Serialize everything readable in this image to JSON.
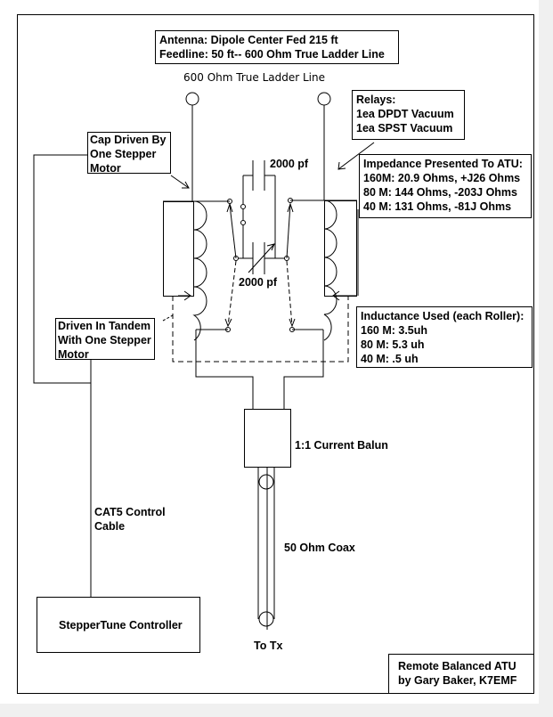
{
  "title_box": {
    "line1": "Antenna:  Dipole Center Fed 215 ft",
    "line2": "Feedline:  50 ft-- 600 Ohm True Ladder Line"
  },
  "ladder_line_label": "600 Ohm True Ladder Line",
  "relays_box": {
    "heading": "Relays:",
    "items": [
      "1ea DPDT Vacuum",
      "1ea  SPST Vacuum"
    ]
  },
  "cap_motor_box": {
    "lines": [
      "Cap Driven By",
      "One Stepper",
      "Motor"
    ]
  },
  "impedance_box": {
    "heading": "Impedance Presented To ATU:",
    "rows": [
      "160M: 20.9 Ohms, +J26 Ohms",
      "80 M: 144 Ohms, -203J Ohms",
      "40 M: 131 Ohms, -81J Ohms"
    ]
  },
  "capacitor_top_label": "2000 pf",
  "capacitor_bottom_label": "2000 pf",
  "tandem_box": {
    "lines": [
      "Driven In Tandem",
      "With One Stepper",
      "Motor"
    ]
  },
  "inductance_box": {
    "heading": "Inductance Used (each Roller):",
    "rows": [
      "160 M: 3.5uh",
      "80 M: 5.3 uh",
      "40 M: .5 uh"
    ]
  },
  "balun_label": "1:1 Current Balun",
  "cable_label": {
    "line1": "CAT5 Control",
    "line2": "Cable"
  },
  "coax_label": "50 Ohm Coax",
  "controller_label": "StepperTune Controller",
  "tx_label": "To Tx",
  "credit_box": {
    "line1": "Remote Balanced  ATU",
    "line2": "by Gary Baker, K7EMF"
  }
}
